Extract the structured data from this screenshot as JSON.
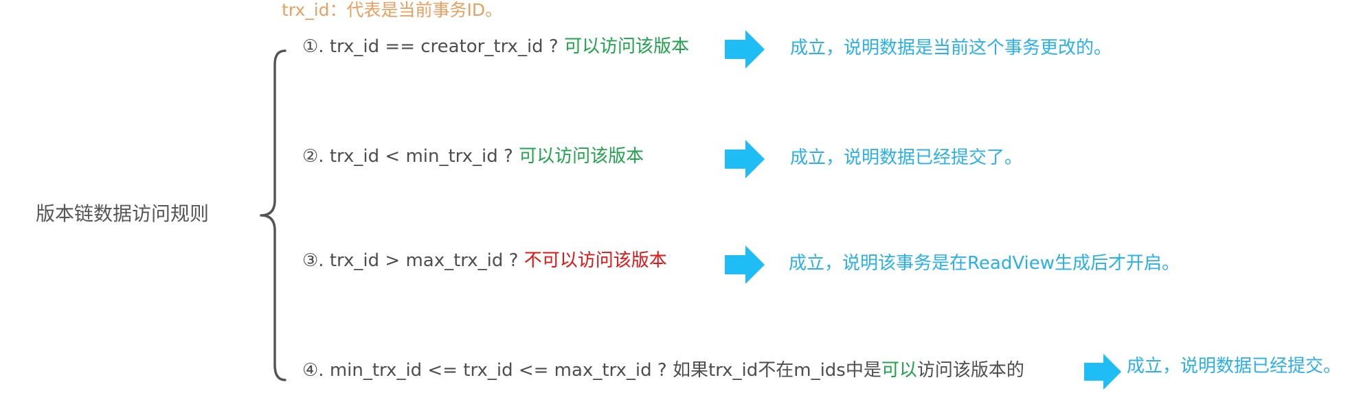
{
  "note": {
    "text": "trx_id：代表是当前事务ID。"
  },
  "root": {
    "label": "版本链数据访问规则"
  },
  "colors": {
    "neutral": "#4d4d4d",
    "accessible": "#1fa34a",
    "not_accessible": "#e01515",
    "result": "#2ab0e8",
    "arrow": "#1fbdf5",
    "note": "#e8a060",
    "brace": "#555555"
  },
  "rules": [
    {
      "condition": "①. trx_id  == creator_trx_id ?",
      "verdict": "可以访问该版本",
      "verdict_kind": "green",
      "result": "成立，说明数据是当前这个事务更改的。"
    },
    {
      "condition": "②. trx_id < min_trx_id ?",
      "verdict": "可以访问该版本",
      "verdict_kind": "green",
      "result": "成立，说明数据已经提交了。"
    },
    {
      "condition": "③. trx_id > max_trx_id ?",
      "verdict": "不可以访问该版本",
      "verdict_kind": "red",
      "result": "成立，说明该事务是在ReadView生成后才开启。"
    },
    {
      "condition": "④. min_trx_id <= trx_id <= max_trx_id ?  如果trx_id不在m_ids中是",
      "verdict": "可以",
      "verdict_kind": "green",
      "tail": "访问该版本的",
      "result": "成立，说明数据已经提交。"
    }
  ]
}
